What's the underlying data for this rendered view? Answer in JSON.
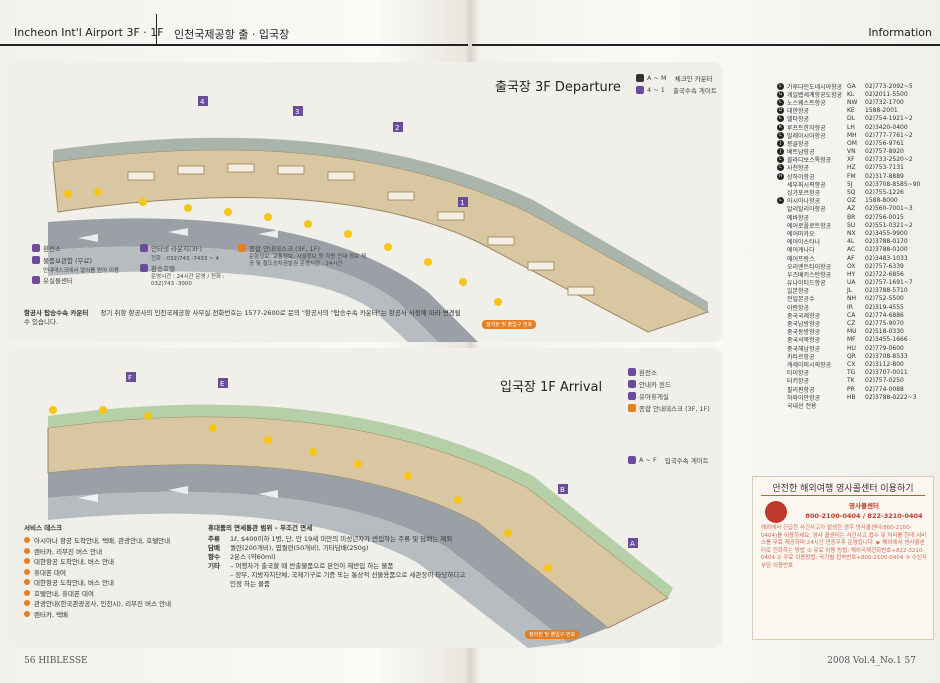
{
  "header": {
    "left_title": "Incheon Int'l Airport 3F · 1F",
    "left_subtitle": "인천국제공항 출 · 입국장",
    "right_title": "Information"
  },
  "departure": {
    "title": "출국장 3F Departure",
    "legend": [
      {
        "badge": "A ~ M",
        "label": "체크인 카운터"
      },
      {
        "badge": "4 ~ 1",
        "label": "출국수속 게이트"
      }
    ],
    "facility_legend": [
      {
        "icon": "exchange-icon",
        "label": "환전소"
      },
      {
        "icon": "locker-icon",
        "label": "물품보관함 (무료)",
        "sub": "안내데스크에서 열쇠를 받아 이용"
      },
      {
        "icon": "stroller-icon",
        "label": "유실물센터"
      },
      {
        "icon": "internet-icon",
        "label": "인터넷 라운지(3F)",
        "sub": "전화 : 032)743 -7433 ~ 4"
      },
      {
        "icon": "hotel-icon",
        "label": "환승호텔",
        "sub": "운영시간 : 24시간 운영 / 전화 : 032)743 -3000"
      },
      {
        "icon": "info-icon",
        "label": "종합 안내데스크 (3F, 1F)",
        "sub": "운항정보, 교통정보, 시설정보 등 각종 안내 정보 제공 및 철도승차권발권 운영시간 : 24시간"
      }
    ],
    "exit_label": "정의된 및 출입구 번호",
    "counter_note_title": "항공사 탑승수속 카운터",
    "counter_note": "정기 취항 항공사의 인천국제공항 사무실 전화번호는 1577-2600로 문의 \"항공사의 \"탑승수속 카운터\"는 항공사 사정에 따라 변경될 수 있습니다."
  },
  "arrival": {
    "title": "입국장 1F Arrival",
    "legend": [
      {
        "icon": "exchange-icon",
        "label": "환전소"
      },
      {
        "icon": "info-icon",
        "label": "안내카 윈드"
      },
      {
        "icon": "locker-icon",
        "label": "유아휴게실"
      },
      {
        "icon": "desk-icon",
        "label": "종합 안내데스크 (3F, 1F)"
      },
      {
        "badge": "A ~ F",
        "label": "입국수속 게이트"
      }
    ],
    "exit_label": "정의된 및 출입구 번호"
  },
  "airlines": [
    {
      "code": "L",
      "name": "가루다인도네시아항공",
      "iata": "GA",
      "phone": "02)773-2092~5"
    },
    {
      "code": "G",
      "name": "게일렙세계항공도항공",
      "iata": "KL",
      "phone": "02)2011-5500"
    },
    {
      "code": "L",
      "name": "노스웨스트항공",
      "iata": "NW",
      "phone": "02)732-1700"
    },
    {
      "code": "D",
      "name": "대한항공",
      "iata": "KE",
      "phone": "1588-2001"
    },
    {
      "code": "E",
      "name": "델타항공",
      "iata": "DL",
      "phone": "02)754-1921~2"
    },
    {
      "code": "K",
      "name": "루프트한자항공",
      "iata": "LH",
      "phone": "02)3420-0400"
    },
    {
      "code": "L",
      "name": "말레이시아항공",
      "iata": "MH",
      "phone": "02)777-7761~2"
    },
    {
      "code": "J",
      "name": "몽골항공",
      "iata": "OM",
      "phone": "02)756-9761"
    },
    {
      "code": "J",
      "name": "베트남항공",
      "iata": "VN",
      "phone": "02)757-8920"
    },
    {
      "code": "L",
      "name": "블라디보스톡항공",
      "iata": "XF",
      "phone": "02)733-2520~2"
    },
    {
      "code": "L",
      "name": "사천항공",
      "iata": "HZ",
      "phone": "02)753-7131"
    },
    {
      "code": "H",
      "name": "상하이항공",
      "iata": "FM",
      "phone": "02)317-8889"
    },
    {
      "code": "",
      "name": "세부퍼시픽항공",
      "iata": "5J",
      "phone": "02)3708-8585~90"
    },
    {
      "code": "",
      "name": "싱가포르항공",
      "iata": "SQ",
      "phone": "02)755-1226"
    },
    {
      "code": "L",
      "name": "아시아나항공",
      "iata": "OZ",
      "phone": "1588-8000"
    },
    {
      "code": "",
      "name": "알리탈리아항공",
      "iata": "AZ",
      "phone": "02)560-7001~3"
    },
    {
      "code": "",
      "name": "에바항공",
      "iata": "BR",
      "phone": "02)756-0015"
    },
    {
      "code": "",
      "name": "에어로플로트항공",
      "iata": "SU",
      "phone": "02)551-0321~2"
    },
    {
      "code": "",
      "name": "에어마카오",
      "iata": "NX",
      "phone": "02)3455-9900"
    },
    {
      "code": "",
      "name": "에어아스타나",
      "iata": "4L",
      "phone": "02)3788-0170"
    },
    {
      "code": "",
      "name": "에어캐나다",
      "iata": "AC",
      "phone": "02)3788-0100"
    },
    {
      "code": "",
      "name": "에어프랑스",
      "iata": "AF",
      "phone": "02)3483-1033"
    },
    {
      "code": "",
      "name": "오리엔트타이항공",
      "iata": "OX",
      "phone": "02)757-6339"
    },
    {
      "code": "",
      "name": "우즈베키스탄항공",
      "iata": "HY",
      "phone": "02)722-6856"
    },
    {
      "code": "",
      "name": "유나이티드항공",
      "iata": "UA",
      "phone": "02)757-1691~7"
    },
    {
      "code": "",
      "name": "일본항공",
      "iata": "JL",
      "phone": "02)3788-5710"
    },
    {
      "code": "",
      "name": "전일본공수",
      "iata": "NH",
      "phone": "02)752-5500"
    },
    {
      "code": "",
      "name": "이란항공",
      "iata": "IR",
      "phone": "02)319-4555"
    },
    {
      "code": "",
      "name": "중국국제항공",
      "iata": "CA",
      "phone": "02)774-6886"
    },
    {
      "code": "",
      "name": "중국남방항공",
      "iata": "CZ",
      "phone": "02)775-9070"
    },
    {
      "code": "",
      "name": "중국동방항공",
      "iata": "MU",
      "phone": "02)518-0330"
    },
    {
      "code": "",
      "name": "중국서북항공",
      "iata": "MF",
      "phone": "02)3455-1666"
    },
    {
      "code": "",
      "name": "중국해남항공",
      "iata": "HU",
      "phone": "02)779-0600"
    },
    {
      "code": "",
      "name": "카타르항공",
      "iata": "QR",
      "phone": "02)3708-8533"
    },
    {
      "code": "",
      "name": "캐세이퍼시픽항공",
      "iata": "CX",
      "phone": "02)3112-800"
    },
    {
      "code": "",
      "name": "타이항공",
      "iata": "TG",
      "phone": "02)3707-0011"
    },
    {
      "code": "",
      "name": "터키항공",
      "iata": "TK",
      "phone": "02)757-0250"
    },
    {
      "code": "",
      "name": "필리핀항공",
      "iata": "PR",
      "phone": "02)774-0088"
    },
    {
      "code": "",
      "name": "하와이안항공",
      "iata": "HB",
      "phone": "02)3788-0222~3"
    },
    {
      "code": "",
      "name": "국내선 전용",
      "iata": "",
      "phone": ""
    }
  ],
  "consulate": {
    "title": "안전한 해외여행 영사콜센터 이용하기",
    "name": "영사콜센터",
    "phone": "800-2100-0404 / 822-3210-0404",
    "body": "해외에서 긴급한 사건사고가 발생한 경우 영사콜센터(800-2100-0404)를 이용하세요. 영사 콜센터는 사건사고 접수 및 처리를 한데 서비스를 무료 제공하며 24시간 연중무휴 운영됩니다. ▶ 해외에서 영사콜센터로 전화하는 방법 ① 유료 이용 방법: 해외국제전화번호+822-3210-0404 ② 무료 이용방법: 국가별 접속번호+800-2100-0404 ③ 수신자부담 이용번호"
  },
  "services": {
    "title": "서비스 데스크",
    "items": [
      "아시아나 항공 도착안내, 택배, 관광안내, 호텔안내",
      "렌터카, 리무진 버스 안내",
      "대한항공 도착안내, 버스 안내",
      "휴대폰 대여",
      "대한항공 도착안내, 버스 안내",
      "호텔안내, 휴대폰 대여",
      "관광안내(한국관광공사, 인천시), 리무진 버스 안내",
      "렌터카, 택배"
    ]
  },
  "duty_free": {
    "title": "휴대품의 면세통관 범위 – 무조건 면세",
    "rows": [
      {
        "label": "주류",
        "text": "1ℓ, $400이하 1병, 단, 만 19세 미만의 미성년자가 반입하는 주류 및 담배는 제외"
      },
      {
        "label": "담배",
        "text": "궐련(200개비), 엽궐련(50개비), 기타담배(250g)"
      },
      {
        "label": "향수",
        "text": "2온스 (약60ml)"
      },
      {
        "label": "기타",
        "text": "– 여행자가 출국할 때 반출물품으로 본인이 재반입 하는 물품"
      },
      {
        "label": "",
        "text": "– 장부, 지방자치단체, 국제기구로 기증 또는 통상적 선물용품으로 세관장이 타당하다고 인정 하는 물품"
      }
    ]
  },
  "footer": {
    "left": "56  HIBLESSE",
    "right": "2008 Vol.4_No.1  57"
  }
}
